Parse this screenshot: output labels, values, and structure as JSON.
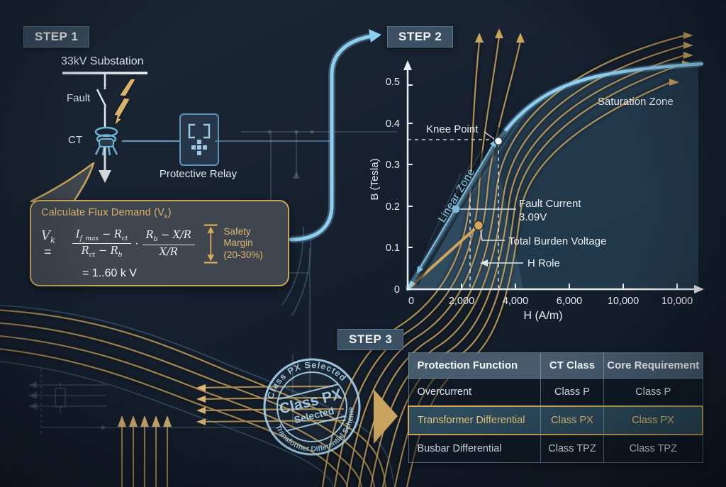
{
  "steps": {
    "step1": "STEP 1",
    "step2": "STEP 2",
    "step3": "STEP 3"
  },
  "step1_diagram": {
    "substation_label": "33kV Substation",
    "fault_label": "Fault",
    "ct_label": "CT",
    "relay_label": "Protective Relay"
  },
  "formula_callout": {
    "title_prefix": "Calculate Flux Demand (V",
    "title_sub": "k",
    "title_suffix": ")",
    "lhs_var": "V",
    "lhs_sub": "k",
    "equals": "=",
    "f1_num_a": "I",
    "f1_num_a_sub": "f_max",
    "f1_num_b": " − R",
    "f1_num_b_sub": "ct",
    "f1_den_a": "R",
    "f1_den_a_sub": "ct",
    "f1_den_b": " − R",
    "f1_den_b_sub": "b",
    "dot": "·",
    "f2_num_a": "R",
    "f2_num_a_sub": "b",
    "f2_num_b": " − X/R",
    "f2_den": "X/R",
    "result": "= 1..60 k V",
    "margin_line1": "Safety Margin",
    "margin_line2": "(20-30%)"
  },
  "chart_data": {
    "type": "line",
    "xlabel": "H (A/m)",
    "ylabel": "B (Tesla)",
    "xlim": [
      0,
      11000
    ],
    "ylim": [
      0,
      0.55
    ],
    "xticks": [
      "0",
      "2,000",
      "4,000",
      "6,000",
      "10,000",
      "10,000"
    ],
    "yticks": [
      "0",
      "0.1",
      "0.2",
      "0.3",
      "0.4",
      "0.5"
    ],
    "series": [
      {
        "name": "magnetization-curve",
        "color": "#8ecfef",
        "x": [
          0,
          500,
          1000,
          1500,
          2000,
          2500,
          3000,
          3400,
          4000,
          5000,
          6000,
          8000,
          10800
        ],
        "y": [
          0,
          0.055,
          0.11,
          0.165,
          0.22,
          0.275,
          0.325,
          0.357,
          0.42,
          0.47,
          0.495,
          0.51,
          0.52
        ]
      },
      {
        "name": "total-burden-line",
        "color": "#d2a45c",
        "x": [
          0,
          2600
        ],
        "y": [
          0,
          0.155
        ]
      }
    ],
    "annotations": {
      "knee_point": {
        "label": "Knee Point",
        "x": 3400,
        "y": 0.357
      },
      "fault_current": {
        "label": "Fault Current",
        "value": "3.09V",
        "x": 1800,
        "y": 0.195
      },
      "total_burden": {
        "label": "Total Burden Voltage",
        "x": 2600,
        "y": 0.155
      },
      "h_role": {
        "label": "H Role"
      },
      "linear_zone": {
        "label": "Linear Zone"
      },
      "saturation_zone": {
        "label": "Saturation Zone"
      }
    }
  },
  "stamp": {
    "arc_top": "Class PX Selected",
    "center_line1": "Class PX",
    "center_line2": "Selected",
    "arc_bottom": "Transformer Differential Scheme"
  },
  "selection_table": {
    "headers": [
      "Protection Function",
      "CT Class",
      "Core Requirement"
    ],
    "rows": [
      {
        "function": "Overcurrent",
        "ct_class": "Class P",
        "core_requirement": "Class P",
        "highlighted": false
      },
      {
        "function": "Transformer Differential",
        "ct_class": "Class PX",
        "core_requirement": "Class PX",
        "highlighted": true
      },
      {
        "function": "Busbar Differential",
        "ct_class": "Class TPZ",
        "core_requirement": "Class TPZ",
        "highlighted": false
      }
    ]
  },
  "colors": {
    "gold": "#c9a45e",
    "light_blue": "#8ecfef",
    "stamp_blue": "#a7d3ec",
    "badge_bg": "#3c5063",
    "highlight_text": "#e7c77d",
    "axis_white": "#e9eef3"
  }
}
